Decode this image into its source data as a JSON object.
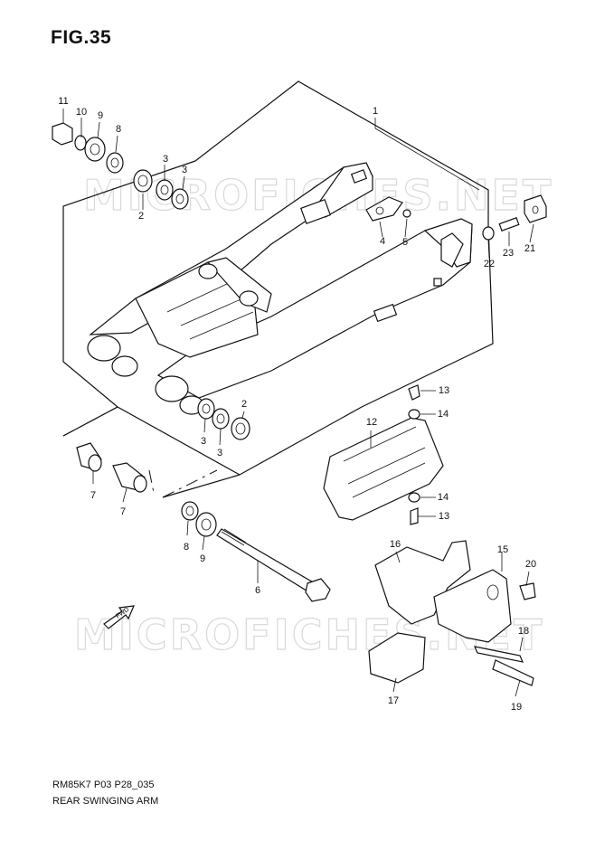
{
  "figure": {
    "title": "FIG.35",
    "code": "RM85K7 P03 P28_035",
    "name": "REAR SWINGING ARM"
  },
  "watermark": "MICROFICHES.NET",
  "fwd_label": "FWD",
  "callouts": [
    {
      "id": "c11",
      "text": "11"
    },
    {
      "id": "c10",
      "text": "10"
    },
    {
      "id": "c9",
      "text": "9"
    },
    {
      "id": "c8a",
      "text": "8"
    },
    {
      "id": "c1",
      "text": "1"
    },
    {
      "id": "c3a",
      "text": "3"
    },
    {
      "id": "c3b",
      "text": "3"
    },
    {
      "id": "c2a",
      "text": "2"
    },
    {
      "id": "c4",
      "text": "4"
    },
    {
      "id": "c5",
      "text": "5"
    },
    {
      "id": "c22",
      "text": "22"
    },
    {
      "id": "c23",
      "text": "23"
    },
    {
      "id": "c21",
      "text": "21"
    },
    {
      "id": "c13a",
      "text": "13"
    },
    {
      "id": "c14a",
      "text": "14"
    },
    {
      "id": "c12",
      "text": "12"
    },
    {
      "id": "c2b",
      "text": "2"
    },
    {
      "id": "c3c",
      "text": "3"
    },
    {
      "id": "c3d",
      "text": "3"
    },
    {
      "id": "c7a",
      "text": "7"
    },
    {
      "id": "c7b",
      "text": "7"
    },
    {
      "id": "c14b",
      "text": "14"
    },
    {
      "id": "c13b",
      "text": "13"
    },
    {
      "id": "c8b",
      "text": "8"
    },
    {
      "id": "c9b",
      "text": "9"
    },
    {
      "id": "c6",
      "text": "6"
    },
    {
      "id": "c16",
      "text": "16"
    },
    {
      "id": "c15",
      "text": "15"
    },
    {
      "id": "c20",
      "text": "20"
    },
    {
      "id": "c18",
      "text": "18"
    },
    {
      "id": "c17",
      "text": "17"
    },
    {
      "id": "c19",
      "text": "19"
    }
  ]
}
